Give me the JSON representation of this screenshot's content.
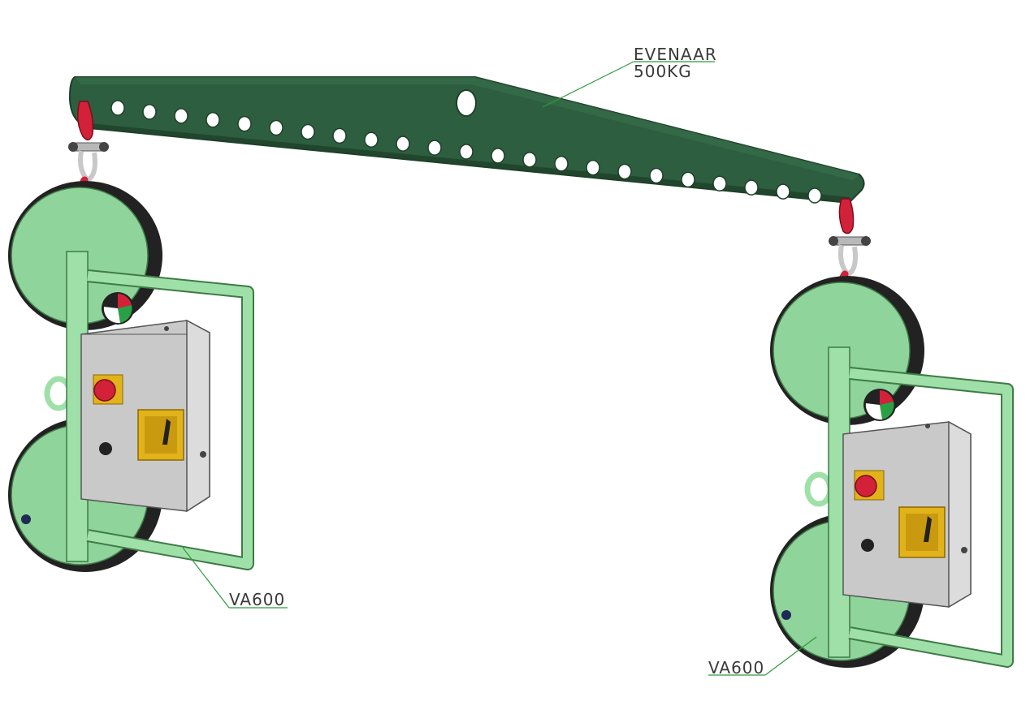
{
  "colors": {
    "beam": "#2d5e3f",
    "beam_edge": "#1e4029",
    "pad_green": "#8fd49a",
    "pad_rim": "#222222",
    "frame_green": "#9fe0a8",
    "frame_edge": "#3f7a47",
    "box_gray": "#c9c9c9",
    "box_edge": "#555555",
    "hook_red": "#d4213a",
    "switch_yellow": "#e2b21b",
    "leader_green": "#2e9a3a"
  },
  "labels": {
    "beam_name": "EVENAAR",
    "beam_capacity": "500KG",
    "unit_left": "VA600",
    "unit_right": "VA600"
  },
  "icons": [
    "spreader-beam",
    "shackle",
    "hook",
    "vacuum-pad",
    "control-box",
    "pressure-gauge",
    "emergency-stop-button",
    "rotary-switch"
  ]
}
